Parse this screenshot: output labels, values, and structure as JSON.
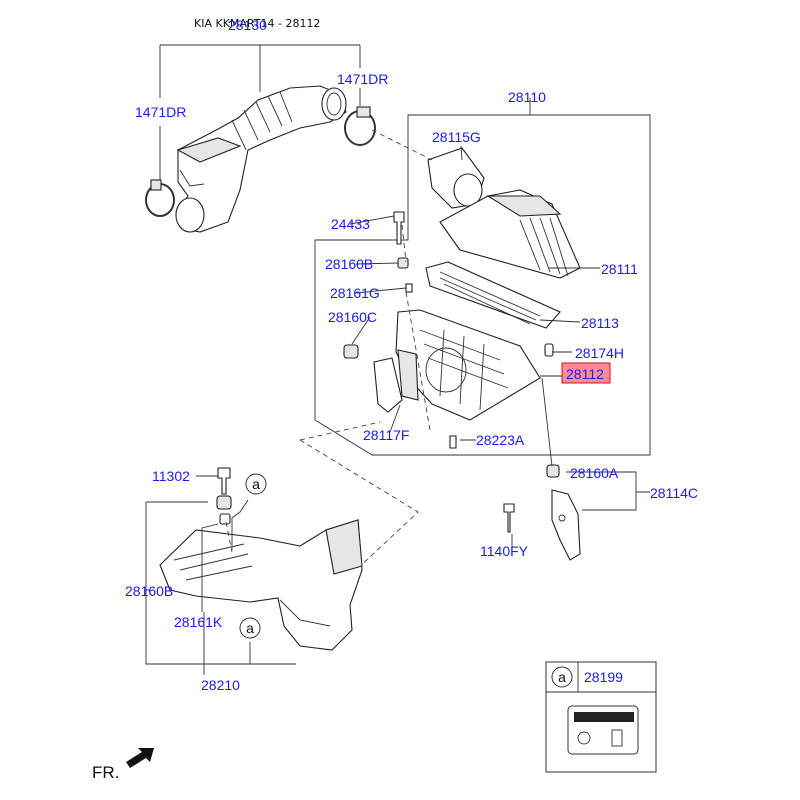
{
  "header": {
    "title": "KIA KKMART14 - 28112"
  },
  "colors": {
    "label": "#1a1aff",
    "highlight_fill": "#ff8c94",
    "highlight_border": "#d01020",
    "line": "#333333"
  },
  "labels": {
    "l_28130": "28130",
    "l_1471dr_left": "1471DR",
    "l_1471dr_right": "1471DR",
    "l_28110": "28110",
    "l_28115g": "28115G",
    "l_24433": "24433",
    "l_28160b_top": "28160B",
    "l_28161g": "28161G",
    "l_28160c": "28160C",
    "l_28111": "28111",
    "l_28113": "28113",
    "l_28174h": "28174H",
    "l_28112": "28112",
    "l_28117f": "28117F",
    "l_28223a": "28223A",
    "l_11302": "11302",
    "l_28160a": "28160A",
    "l_28114c": "28114C",
    "l_1140fy": "1140FY",
    "l_28160b_bottom": "28160B",
    "l_28161k": "28161K",
    "l_28210": "28210",
    "l_28199": "28199"
  },
  "refs": {
    "a": "a"
  },
  "footer": {
    "fr": "FR."
  },
  "icons": [
    "air-duct-hose-icon",
    "hose-clamp-icon",
    "air-cleaner-cover-icon",
    "air-filter-element-icon",
    "air-cleaner-body-icon",
    "resonator-duct-icon",
    "bracket-icon",
    "bolt-icon",
    "grommet-icon",
    "label-sticker-icon",
    "front-arrow-icon"
  ]
}
